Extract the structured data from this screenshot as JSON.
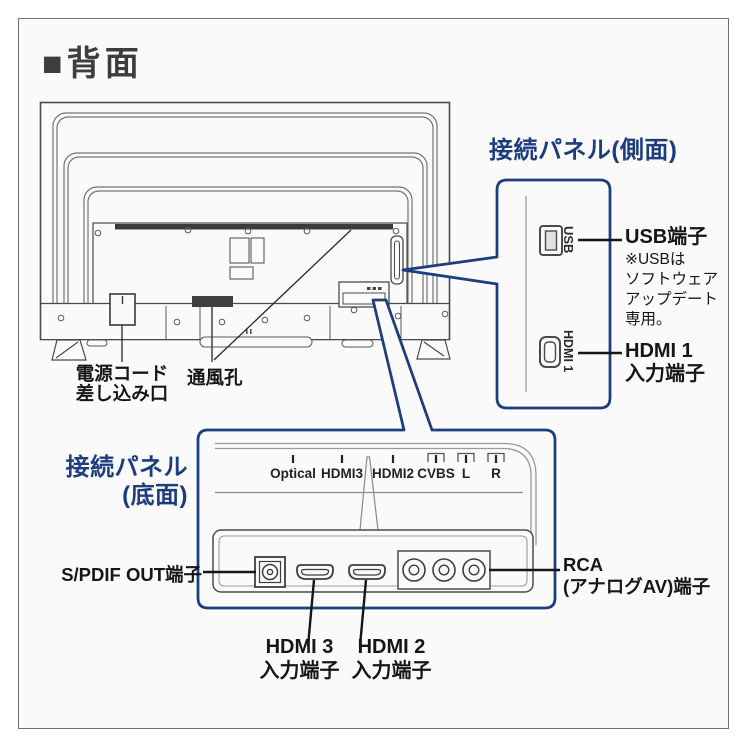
{
  "page": {
    "title": "■背面"
  },
  "tv": {
    "power_cord_label": [
      "電源コード",
      "差し込み口"
    ],
    "vent_label": "通風孔"
  },
  "side_panel": {
    "title": "接続パネル(側面)",
    "usb_port_text": "USB",
    "hdmi_port_text": "HDMI 1",
    "usb_terminal_label": "USB端子",
    "usb_note": [
      "※USBは",
      "ソフトウェア",
      "アップデート",
      "専用。"
    ],
    "hdmi_terminal_label": [
      "HDMI 1",
      "入力端子"
    ]
  },
  "bottom_panel": {
    "title": [
      "接続パネル",
      "(底面)"
    ],
    "port_labels": [
      "Optical",
      "HDMI3",
      "HDMI2",
      "CVBS",
      "L",
      "R"
    ],
    "spdif_terminal_label": "S/PDIF OUT端子",
    "rca_terminal_label": [
      "RCA",
      "(アナログAV)端子"
    ],
    "hdmi3_terminal_label": [
      "HDMI 3",
      "入力端子"
    ],
    "hdmi2_terminal_label": [
      "HDMI 2",
      "入力端子"
    ]
  },
  "colors": {
    "accent": "#1d3d7e",
    "ink": "#1a1a1a",
    "line": "#555555"
  }
}
